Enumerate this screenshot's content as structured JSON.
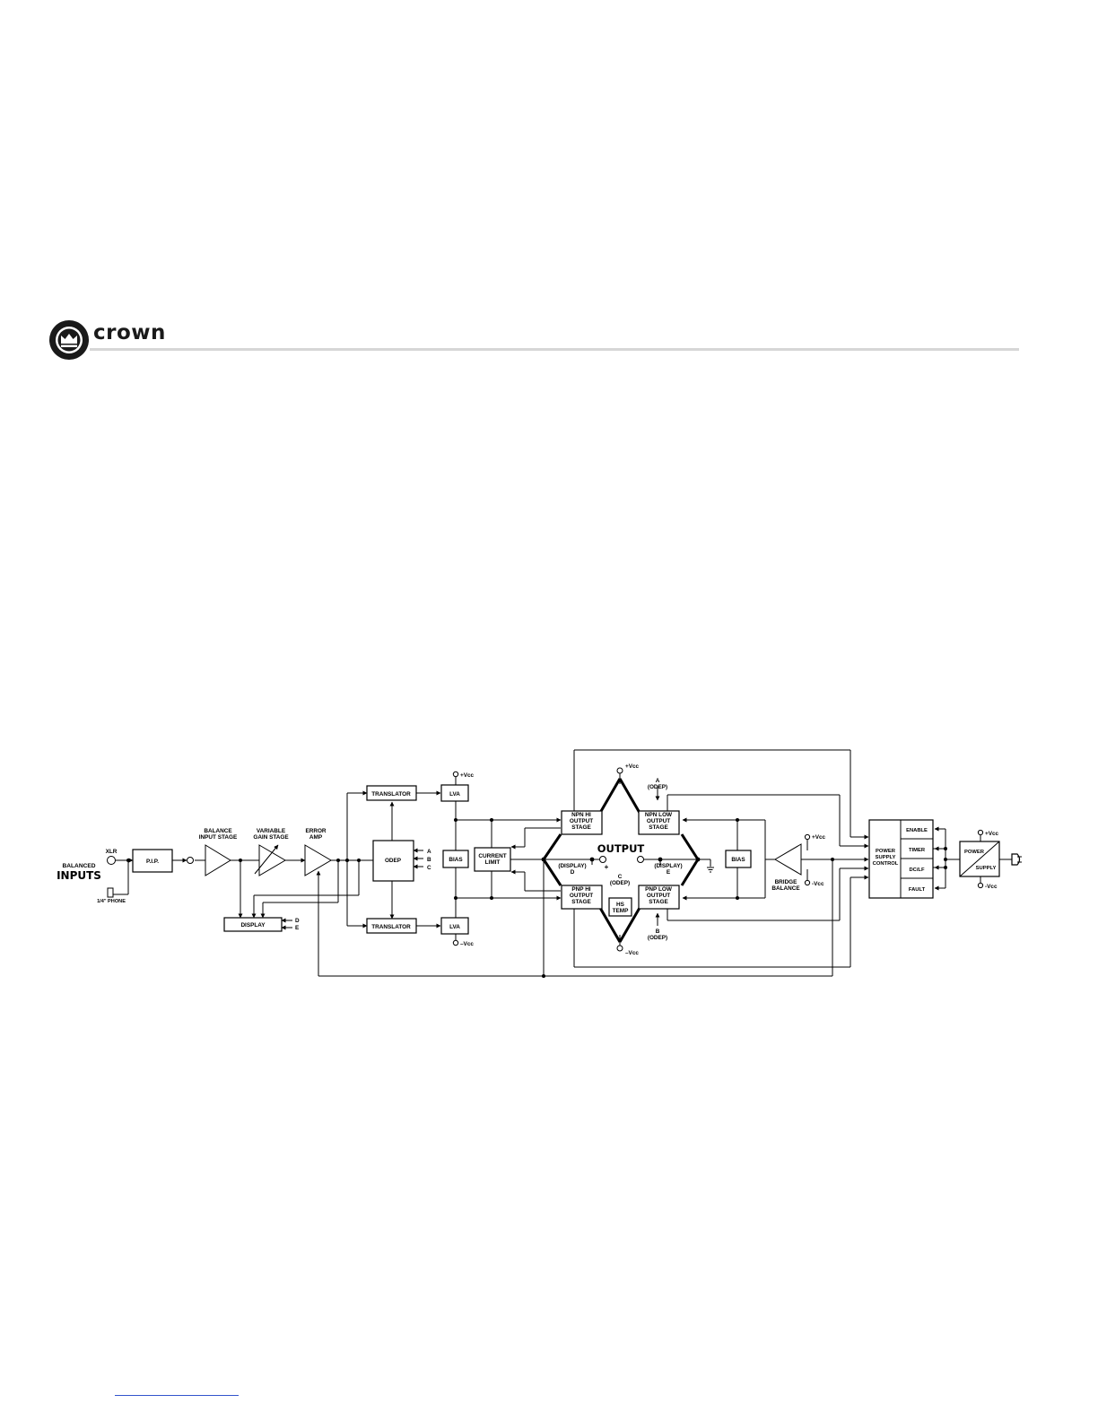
{
  "brand": {
    "name": "crown",
    "logo_icon": "crown-icon"
  },
  "diagram": {
    "input": {
      "section_label": "BALANCED",
      "title": "INPUTS",
      "xlr": "XLR",
      "phone": "1/4\" PHONE"
    },
    "stages": {
      "pip": "P.I.P.",
      "balance": "BALANCE\nINPUT STAGE",
      "variable_gain": "VARIABLE\nGAIN STAGE",
      "error_amp": "ERROR\nAMP",
      "display": "DISPLAY",
      "odep": "ODEP",
      "translator_top": "TRANSLATOR",
      "translator_bottom": "TRANSLATOR",
      "lva_top": "LVA",
      "lva_bottom": "LVA",
      "bias_left": "BIAS",
      "current_limit": "CURRENT\nLIMIT",
      "npn_hi": "NPN HI\nOUTPUT\nSTAGE",
      "npn_low": "NPN LOW\nOUTPUT\nSTAGE",
      "pnp_hi": "PNP HI\nOUTPUT\nSTAGE",
      "pnp_low": "PNP LOW\nOUTPUT\nSTAGE",
      "hs_temp": "HS\nTEMP",
      "bias_right": "BIAS",
      "bridge_balance": "BRIDGE\nBALANCE",
      "power_supply_control": "POWER\nSUPPLY\nCONTROL",
      "enable": "ENABLE",
      "timer": "TIMER",
      "dc_lf": "DC/LF",
      "fault": "FAULT",
      "power_supply_top": "POWER",
      "power_supply_bottom": "SUPPLY"
    },
    "labels": {
      "output": "OUTPUT",
      "odep_a": "A",
      "odep_b": "B",
      "odep_c": "C",
      "display_d": "D",
      "display_e": "E",
      "a_odep": "A\n(ODEP)",
      "b_odep": "B\n(ODEP)",
      "c_odep": "C\n(ODEP)",
      "display_d_inner": "(DISPLAY)\nD",
      "display_e_inner": "(DISPLAY)\nE",
      "plus": "+",
      "vcc_pos": "+Vcc",
      "vcc_neg": "–Vcc",
      "vcc_neg_short": "-Vcc"
    }
  }
}
